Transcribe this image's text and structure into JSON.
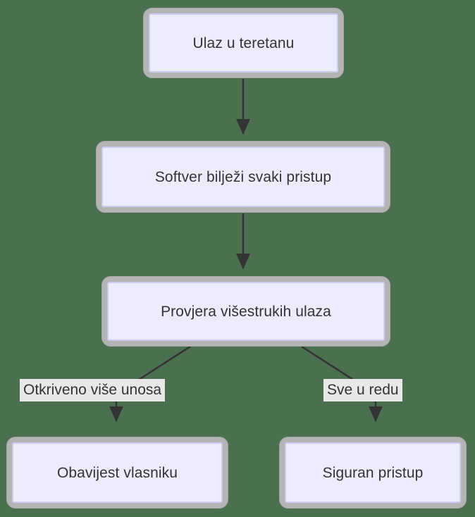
{
  "diagram": {
    "type": "flowchart",
    "direction": "top-down",
    "background_color": "#4a7050",
    "node_fill_color": "#ececfc",
    "node_border_color": "#ccccf0",
    "node_shell_color": "#b4b4b4",
    "text_color": "#333333",
    "edge_color": "#333333",
    "edge_label_background": "#e8e8e8",
    "nodes": [
      {
        "id": "entry",
        "label": "Ulaz u teretanu"
      },
      {
        "id": "log",
        "label": "Softver bilježi svaki pristup"
      },
      {
        "id": "check",
        "label": "Provjera višestrukih ulaza"
      },
      {
        "id": "notify",
        "label": "Obavijest vlasniku"
      },
      {
        "id": "secure",
        "label": "Siguran pristup"
      }
    ],
    "edges": [
      {
        "from": "entry",
        "to": "log",
        "label": ""
      },
      {
        "from": "log",
        "to": "check",
        "label": ""
      },
      {
        "from": "check",
        "to": "notify",
        "label": "Otkriveno više unosa"
      },
      {
        "from": "check",
        "to": "secure",
        "label": "Sve u redu"
      }
    ],
    "edge_labels": {
      "left": "Otkriveno više unosa",
      "right": "Sve u redu"
    }
  }
}
